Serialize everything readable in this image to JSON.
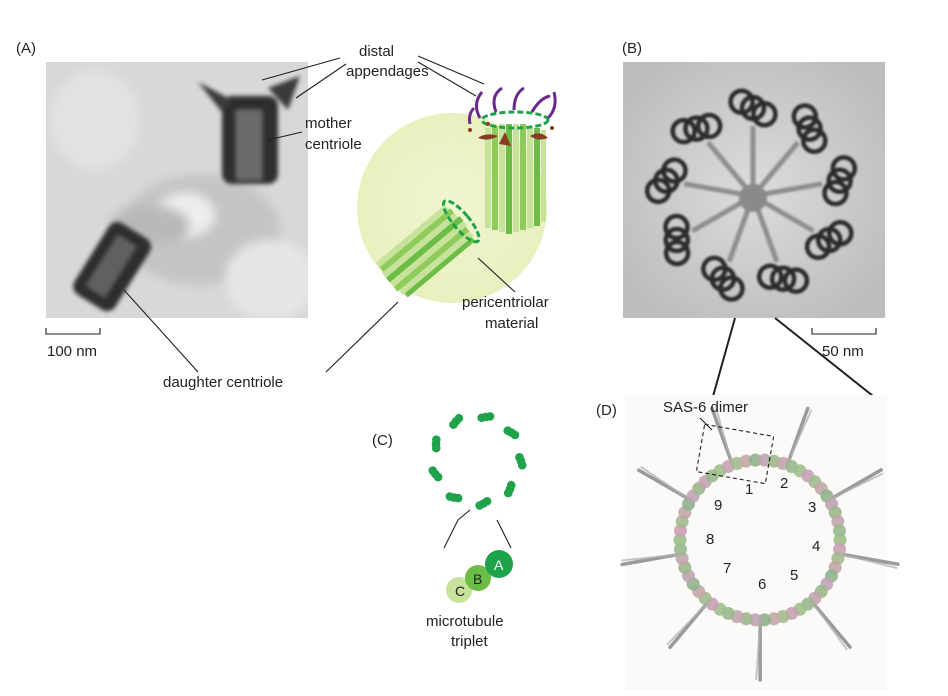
{
  "panels": {
    "a": {
      "label": "(A)"
    },
    "b": {
      "label": "(B)"
    },
    "c": {
      "label": "(C)"
    },
    "d": {
      "label": "(D)"
    }
  },
  "labels": {
    "distal_appendages": [
      "distal",
      "appendages"
    ],
    "mother_centriole": [
      "mother",
      "centriole"
    ],
    "pericentriolar_material": [
      "pericentriolar",
      "material"
    ],
    "daughter_centriole": "daughter centriole",
    "scale_a": "100 nm",
    "scale_b": "50 nm",
    "sas6_dimer": "SAS-6 dimer",
    "microtubule_triplet": [
      "microtubule",
      "triplet"
    ]
  },
  "triplet_letters": [
    "C",
    "B",
    "A"
  ],
  "ring_numbers": [
    "1",
    "2",
    "3",
    "4",
    "5",
    "6",
    "7",
    "8",
    "9"
  ],
  "colors": {
    "microtubule_dark": "#1ea24a",
    "microtubule_mid": "#6cbd45",
    "microtubule_light": "#c7e29a",
    "pcm": "#eef3c8",
    "appendage_purple": "#6a2a8c",
    "appendage_brown": "#8a3b24",
    "em_background": "#c9c9c9"
  }
}
